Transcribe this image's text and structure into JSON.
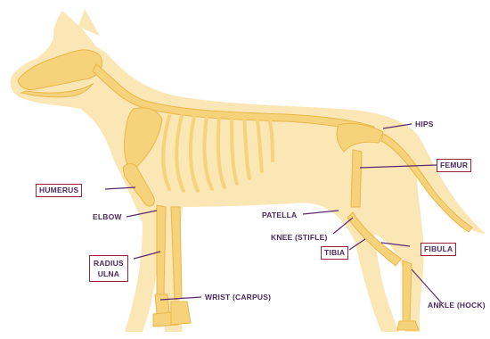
{
  "labels": {
    "hips": "HIPS",
    "femur": "FEMUR",
    "humerus": "HUMERUS",
    "elbow": "ELBOW",
    "patella": "PATELLA",
    "knee": "KNEE (STIFLE)",
    "radius": "RADIUS",
    "ulna": "ULNA",
    "tibia": "TIBIA",
    "fibula": "FIBULA",
    "wrist": "WRIST (CARPUS)",
    "ankle": "ANKLE (HOCK)"
  },
  "colors": {
    "body_fill": "#fbe6b6",
    "bone": "#f6d27a",
    "bone_light": "#fff4d6",
    "bone_stroke": "#e9b84a",
    "leader": "#5b2a6e",
    "box_border": "#9b2335",
    "text": "#4a2a5e"
  }
}
